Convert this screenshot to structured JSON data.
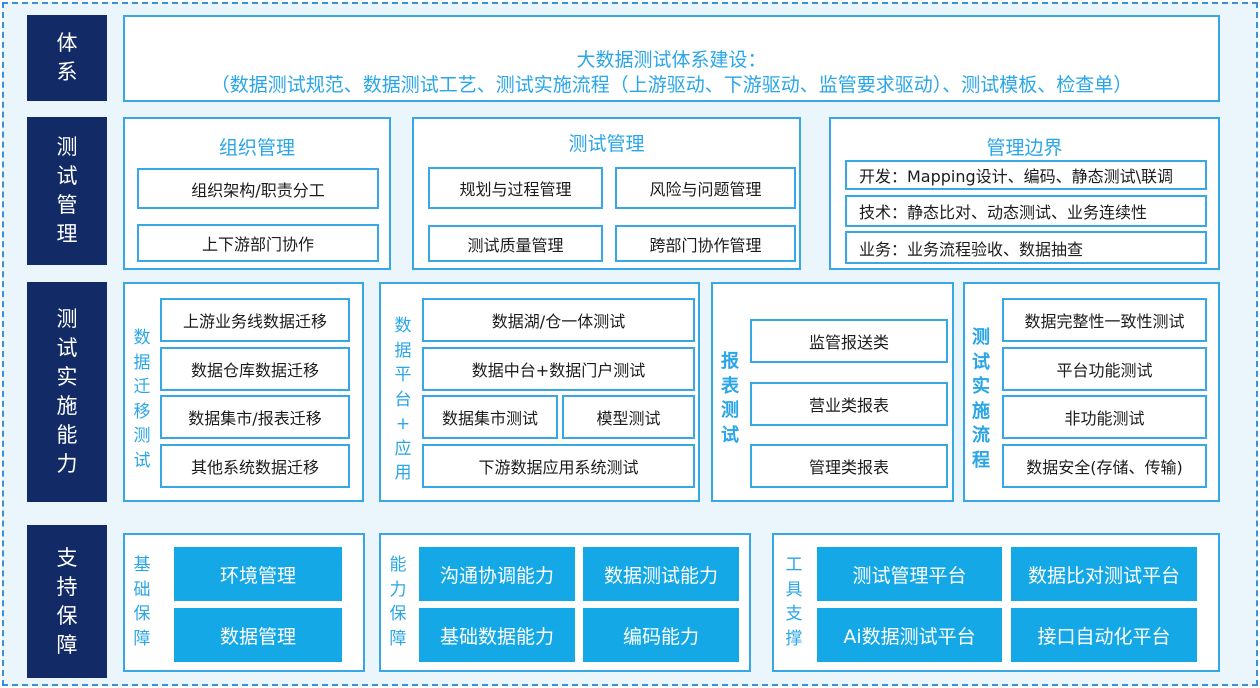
{
  "rows": {
    "system": "体系",
    "management": "测试管理",
    "capability": "测试实施能力",
    "support": "支持保障"
  },
  "system_panel": {
    "line1": "大数据测试体系建设：",
    "line2": "（数据测试规范、数据测试工艺、测试实施流程（上游驱动、下游驱动、监管要求驱动）、测试模板、检查单）"
  },
  "org": {
    "title": "组织管理",
    "items": [
      "组织架构/职责分工",
      "上下游部门协作"
    ]
  },
  "test_mgmt": {
    "title": "测试管理",
    "items": [
      "规划与过程管理",
      "风险与问题管理",
      "测试质量管理",
      "跨部门协作管理"
    ]
  },
  "boundary": {
    "title": "管理边界",
    "items": [
      "开发：Mapping设计、编码、静态测试\\联调",
      "技术：静态比对、动态测试、业务连续性",
      "业务：业务流程验收、数据抽查"
    ]
  },
  "migration": {
    "label": "数据迁移测试",
    "items": [
      "上游业务线数据迁移",
      "数据仓库数据迁移",
      "数据集市/报表迁移",
      "其他系统数据迁移"
    ]
  },
  "platform": {
    "label": "数据平台+应用",
    "items": [
      "数据湖/仓一体测试",
      "数据中台+数据门户测试",
      "数据集市测试",
      "模型测试",
      "下游数据应用系统测试"
    ]
  },
  "report": {
    "label": "报表测试",
    "items": [
      "监管报送类",
      "营业类报表",
      "管理类报表"
    ]
  },
  "process": {
    "label": "测试实施流程",
    "items": [
      "数据完整性一致性测试",
      "平台功能测试",
      "非功能测试",
      "数据安全(存储、传输)"
    ]
  },
  "basic": {
    "label": "基础保障",
    "items": [
      "环境管理",
      "数据管理"
    ]
  },
  "ability": {
    "label": "能力保障",
    "items": [
      "沟通协调能力",
      "数据测试能力",
      "基础数据能力",
      "编码能力"
    ]
  },
  "tools": {
    "label": "工具支撑",
    "items": [
      "测试管理平台",
      "数据比对测试平台",
      "Ai数据测试平台",
      "接口自动化平台"
    ]
  }
}
